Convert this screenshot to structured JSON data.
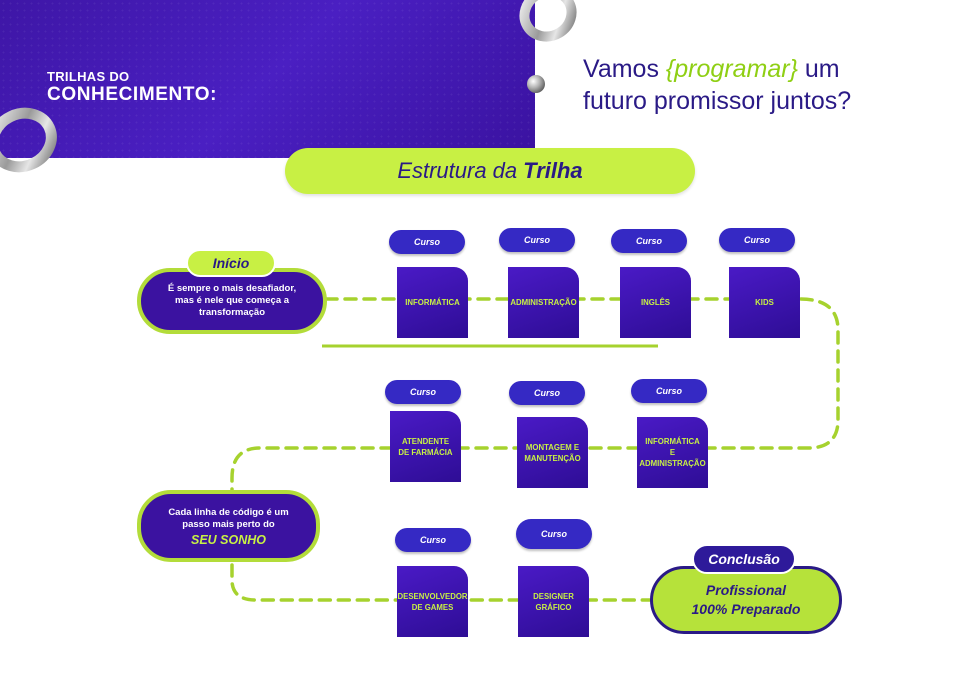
{
  "header": {
    "small_title": "TRILHAS DO",
    "big_title": "CONHECIMENTO:"
  },
  "tagline": {
    "before": "Vamos ",
    "highlight": "{programar}",
    "after_line1": " um",
    "line2": "futuro promissor juntos?"
  },
  "section": {
    "title_regular": "Estrutura da",
    "title_bold": "Trilha"
  },
  "start": {
    "tag": "Início",
    "text_line1": "É sempre o mais desafiador,",
    "text_line2": "mas é nele que começa a",
    "text_line3": "transformação"
  },
  "middle": {
    "text_line1": "Cada linha de código é um",
    "text_line2": "passo mais perto do",
    "highlight": "SEU SONHO"
  },
  "course_tag": "Curso",
  "courses_row1": [
    {
      "name": "INFORMÁTICA"
    },
    {
      "name": "ADMINISTRAÇÃO"
    },
    {
      "name": "INGLÊS"
    },
    {
      "name": "KIDS"
    }
  ],
  "courses_row2": [
    {
      "name_line1": "ATENDENTE",
      "name_line2": "DE FARMÁCIA"
    },
    {
      "name_line1": "MONTAGEM E",
      "name_line2": "MANUTENÇÃO"
    },
    {
      "name_line1": "INFORMÁTICA",
      "name_line2": "E",
      "name_line3": "ADMINISTRAÇÃO"
    }
  ],
  "courses_row3": [
    {
      "name_line1": "DESENVOLVEDOR",
      "name_line2": "DE GAMES"
    },
    {
      "name_line1": "DESIGNER",
      "name_line2": "GRÁFICO"
    }
  ],
  "conclusion": {
    "tag": "Conclusão",
    "line1": "Profissional",
    "line2": "100% Preparado"
  },
  "colors": {
    "primary": "#3b12a0",
    "accent": "#c8f044",
    "navy": "#2a1a86"
  }
}
